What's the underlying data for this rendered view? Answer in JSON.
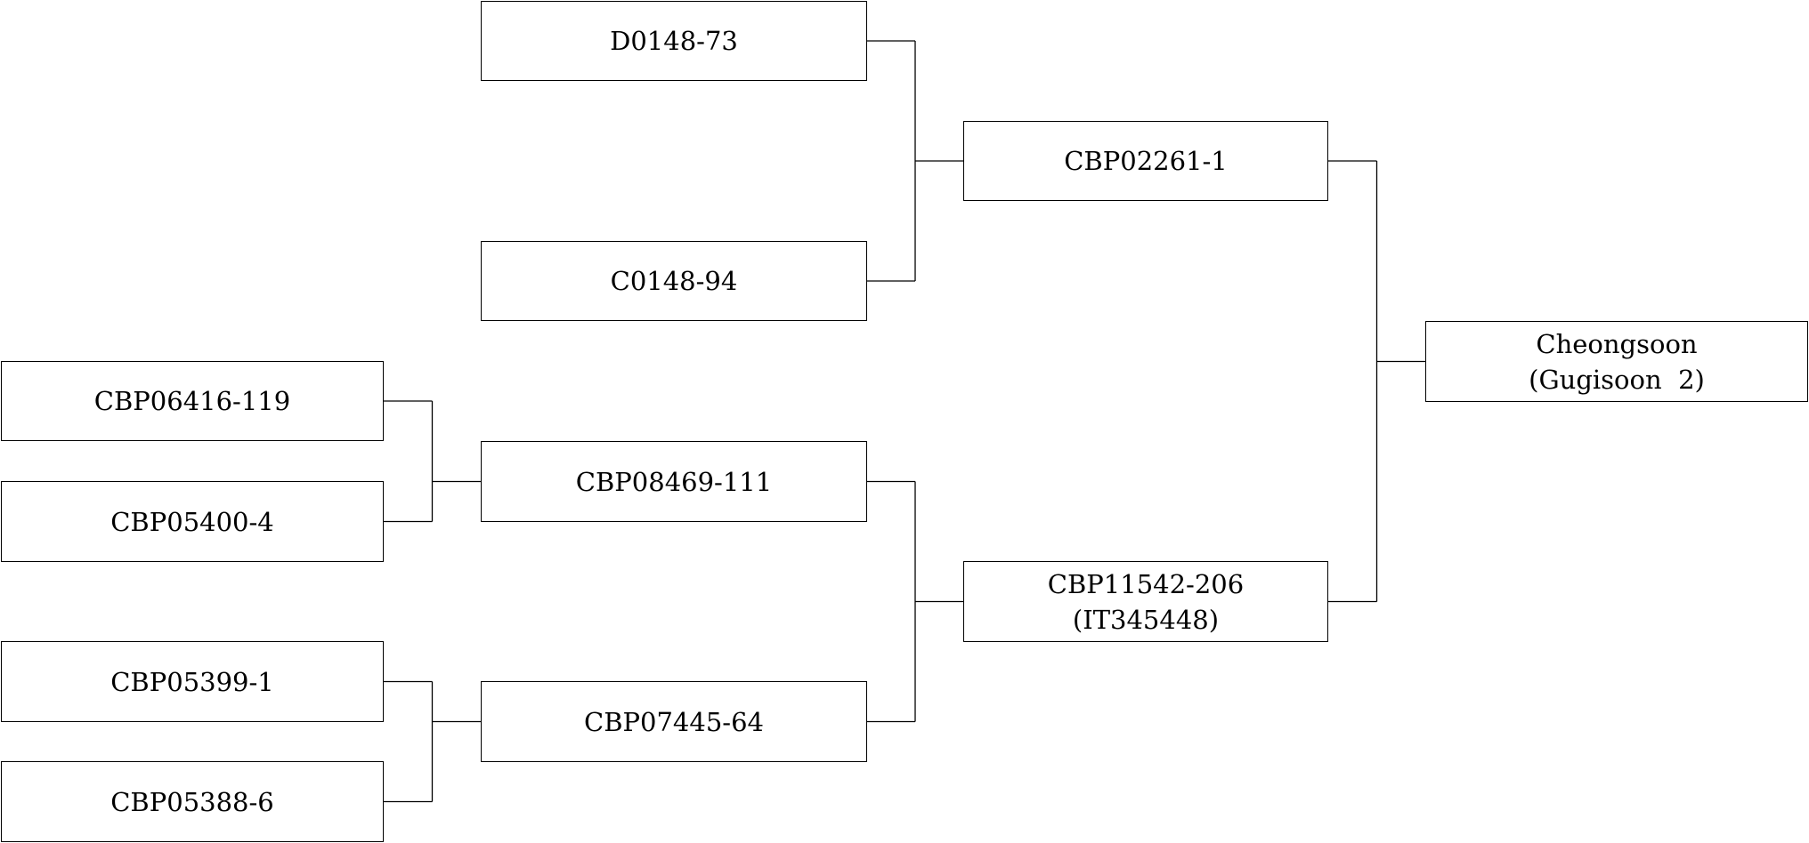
{
  "nodes": [
    {
      "id": "d0148-73",
      "lines": [
        "D0148-73"
      ]
    },
    {
      "id": "c0148-94",
      "lines": [
        "C0148-94"
      ]
    },
    {
      "id": "cbp02261-1",
      "lines": [
        "CBP02261-1"
      ]
    },
    {
      "id": "cheongsoon",
      "lines": [
        "Cheongsoon",
        "(Gugisoon  2)"
      ]
    },
    {
      "id": "cbp06416-119",
      "lines": [
        "CBP06416-119"
      ]
    },
    {
      "id": "cbp05400-4",
      "lines": [
        "CBP05400-4"
      ]
    },
    {
      "id": "cbp08469-111",
      "lines": [
        "CBP08469-111"
      ]
    },
    {
      "id": "cbp11542-206",
      "lines": [
        "CBP11542-206",
        "(IT345448)"
      ]
    },
    {
      "id": "cbp05399-1",
      "lines": [
        "CBP05399-1"
      ]
    },
    {
      "id": "cbp07445-64",
      "lines": [
        "CBP07445-64"
      ]
    },
    {
      "id": "cbp05388-6",
      "lines": [
        "CBP05388-6"
      ]
    }
  ],
  "edges": [
    {
      "parents": [
        "d0148-73",
        "c0148-94"
      ],
      "child": "cbp02261-1"
    },
    {
      "parents": [
        "cbp06416-119",
        "cbp05400-4"
      ],
      "child": "cbp08469-111"
    },
    {
      "parents": [
        "cbp05399-1",
        "cbp05388-6"
      ],
      "child": "cbp07445-64"
    },
    {
      "parents": [
        "cbp08469-111",
        "cbp07445-64"
      ],
      "child": "cbp11542-206"
    },
    {
      "parents": [
        "cbp02261-1",
        "cbp11542-206"
      ],
      "child": "cheongsoon"
    }
  ],
  "colors": {
    "line": "#000000",
    "box_border": "#000000",
    "background": "#ffffff"
  }
}
